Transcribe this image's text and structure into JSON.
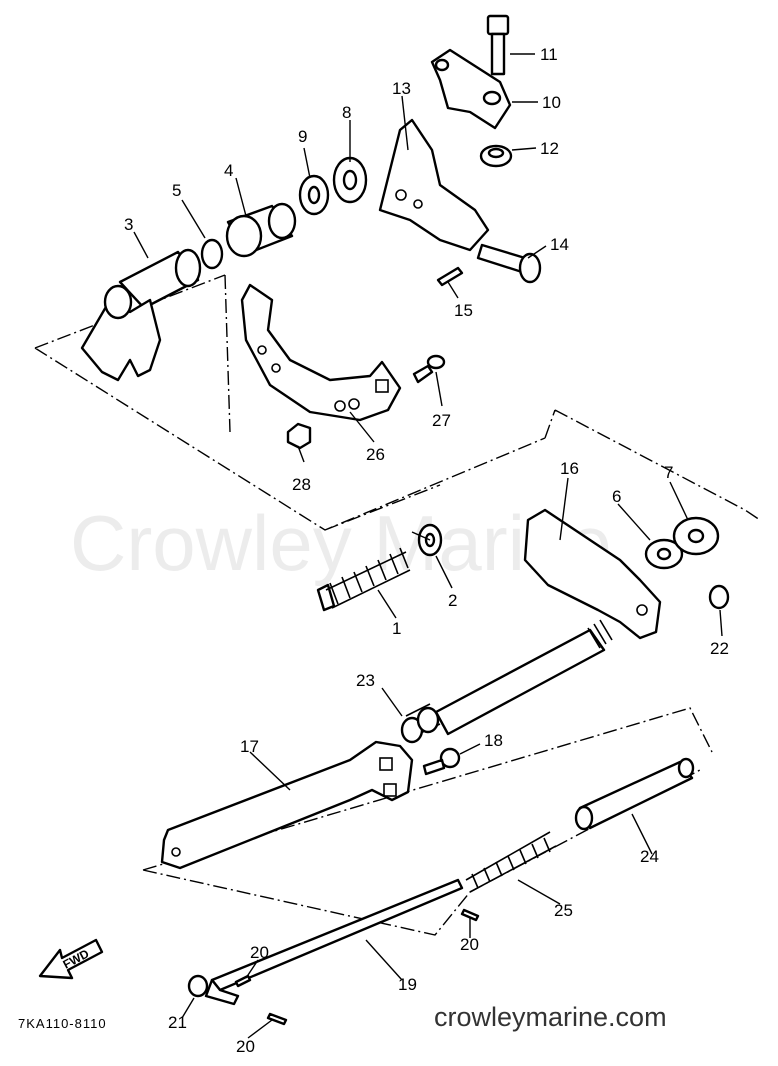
{
  "watermark": "Crowley Marine",
  "site_url": "crowleymarine.com",
  "diagram_code": "7KA110-8110",
  "fwd_label": "FWD",
  "callouts": {
    "c1": "1",
    "c2": "2",
    "c3": "3",
    "c4": "4",
    "c5": "5",
    "c6": "6",
    "c7": "7",
    "c8": "8",
    "c9": "9",
    "c10": "10",
    "c11": "11",
    "c12": "12",
    "c13": "13",
    "c14": "14",
    "c15": "15",
    "c16": "16",
    "c17": "17",
    "c18": "18",
    "c19": "19",
    "c20a": "20",
    "c20b": "20",
    "c20c": "20",
    "c21": "21",
    "c22": "22",
    "c23": "23",
    "c24": "24",
    "c25": "25",
    "c26": "26",
    "c27": "27",
    "c28": "28"
  }
}
